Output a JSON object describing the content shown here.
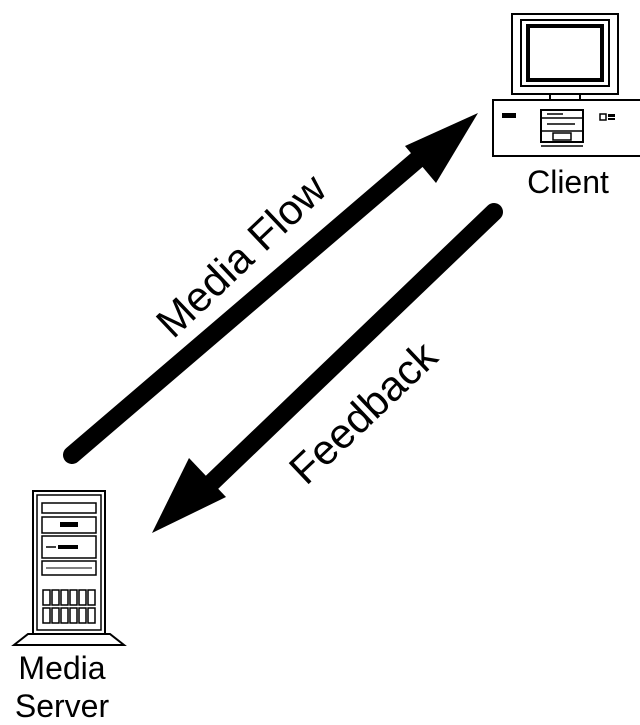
{
  "diagram": {
    "client_label": "Client",
    "server_label_line1": "Media",
    "server_label_line2": "Server",
    "media_flow_label": "Media Flow",
    "feedback_label": "Feedback"
  },
  "colors": {
    "ink": "#000000",
    "background": "#ffffff"
  },
  "icons": {
    "client": "desktop-computer-icon",
    "server": "tower-server-icon"
  }
}
